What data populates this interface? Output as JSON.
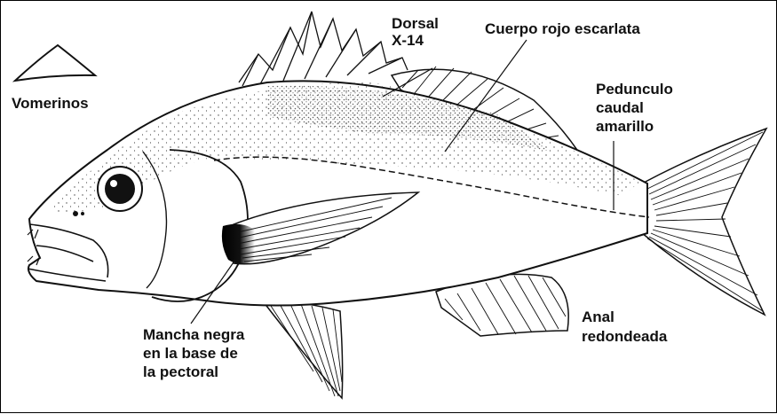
{
  "labels": {
    "vomerinos": "Vomerinos",
    "dorsal_1": "Dorsal",
    "dorsal_2": "X-14",
    "cuerpo": "Cuerpo rojo escarlata",
    "pedunculo_1": "Pedunculo",
    "pedunculo_2": "caudal",
    "pedunculo_3": "amarillo",
    "anal_1": "Anal",
    "anal_2": "redondeada",
    "mancha_1": "Mancha negra",
    "mancha_2": "en la base de",
    "mancha_3": "la pectoral"
  },
  "colors": {
    "ink": "#111111",
    "background": "#ffffff"
  }
}
